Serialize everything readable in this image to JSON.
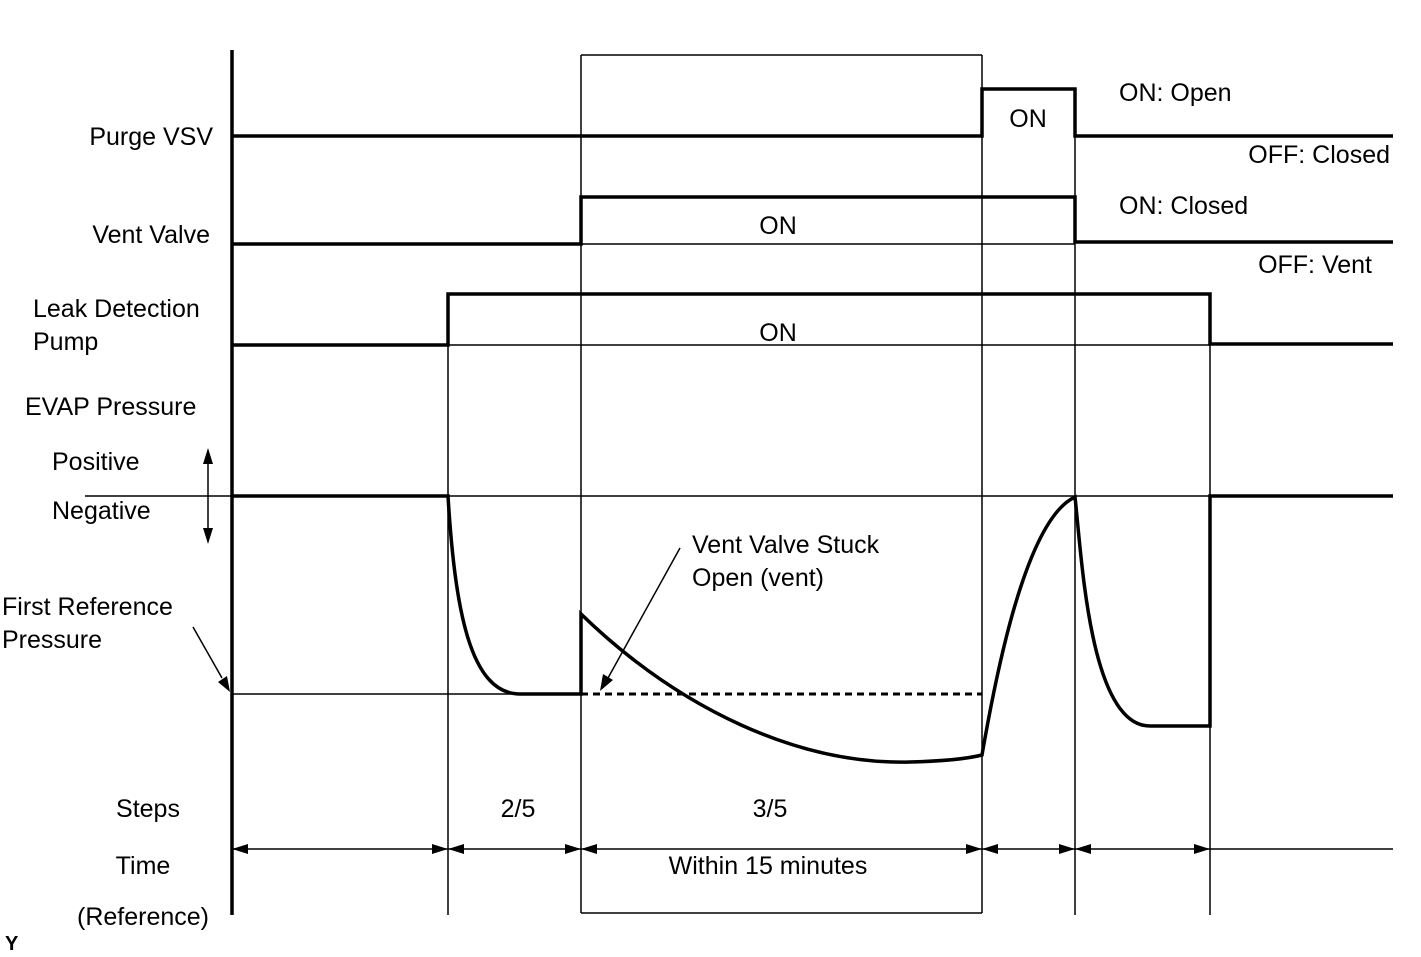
{
  "signals": {
    "purge_vsv": "Purge VSV",
    "vent_valve": "Vent Valve",
    "leak_pump_line1": "Leak Detection",
    "leak_pump_line2": "Pump",
    "evap_pressure": "EVAP Pressure",
    "positive": "Positive",
    "negative": "Negative",
    "first_ref_line1": "First Reference",
    "first_ref_line2": "Pressure"
  },
  "state_labels": {
    "purge_on": "ON",
    "vent_on": "ON",
    "pump_on": "ON",
    "purge_on_desc": "ON: Open",
    "purge_off_desc": "OFF: Closed",
    "vent_on_desc": "ON: Closed",
    "vent_off_desc": "OFF: Vent"
  },
  "annotation": {
    "stuck_line1": "Vent Valve Stuck",
    "stuck_line2": "Open (vent)"
  },
  "footer": {
    "steps_label": "Steps",
    "step_2": "2/5",
    "step_3": "3/5",
    "time_label": "Time",
    "time_value": "Within 15 minutes",
    "reference_label": "(Reference)",
    "figure_code": "Y"
  }
}
